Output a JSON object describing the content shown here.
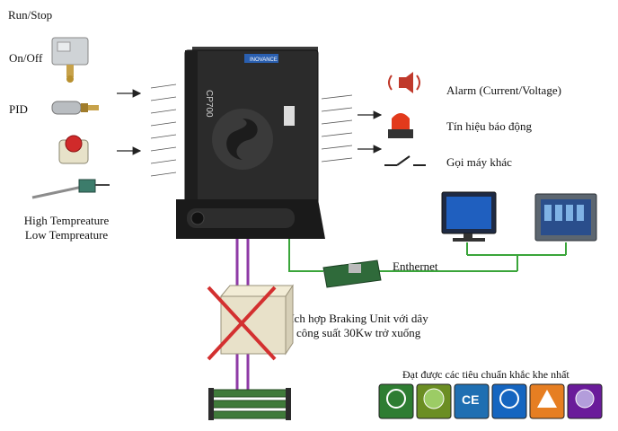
{
  "inputs": {
    "run_stop": "Run/Stop",
    "on_off": "On/Off",
    "pid": "PID",
    "temp_high": "High Tempreature",
    "temp_low": "Low Tempreature"
  },
  "device": {
    "model": "CP700",
    "brand": "INOVANCE"
  },
  "outputs": {
    "alarm": "Alarm (Current/Voltage)",
    "signal": "Tín hiệu báo động",
    "call": "Gọi máy khác"
  },
  "network": {
    "label": "Enthernet"
  },
  "braking": {
    "line1": "Tích hợp Braking Unit với dây",
    "line2": "công suất 30Kw trở xuống"
  },
  "standards": {
    "title": "Đạt được các tiêu chuẩn khắc khe nhất",
    "badges": [
      {
        "icon": "c-tick-icon",
        "color": "#2e7d32"
      },
      {
        "icon": "rohs-icon",
        "color": "#6b8e23"
      },
      {
        "icon": "ce-icon",
        "color": "#1f6fb2"
      },
      {
        "icon": "ul-icon",
        "color": "#1565c0"
      },
      {
        "icon": "triangle-warning-icon",
        "color": "#e67e22"
      },
      {
        "icon": "quality-icon",
        "color": "#6a1b9a"
      }
    ]
  },
  "colors": {
    "network_line": "#3aa53a",
    "power_line": "#8e3aa6",
    "cross": "#d33030",
    "device_body": "#2b2b2b"
  }
}
